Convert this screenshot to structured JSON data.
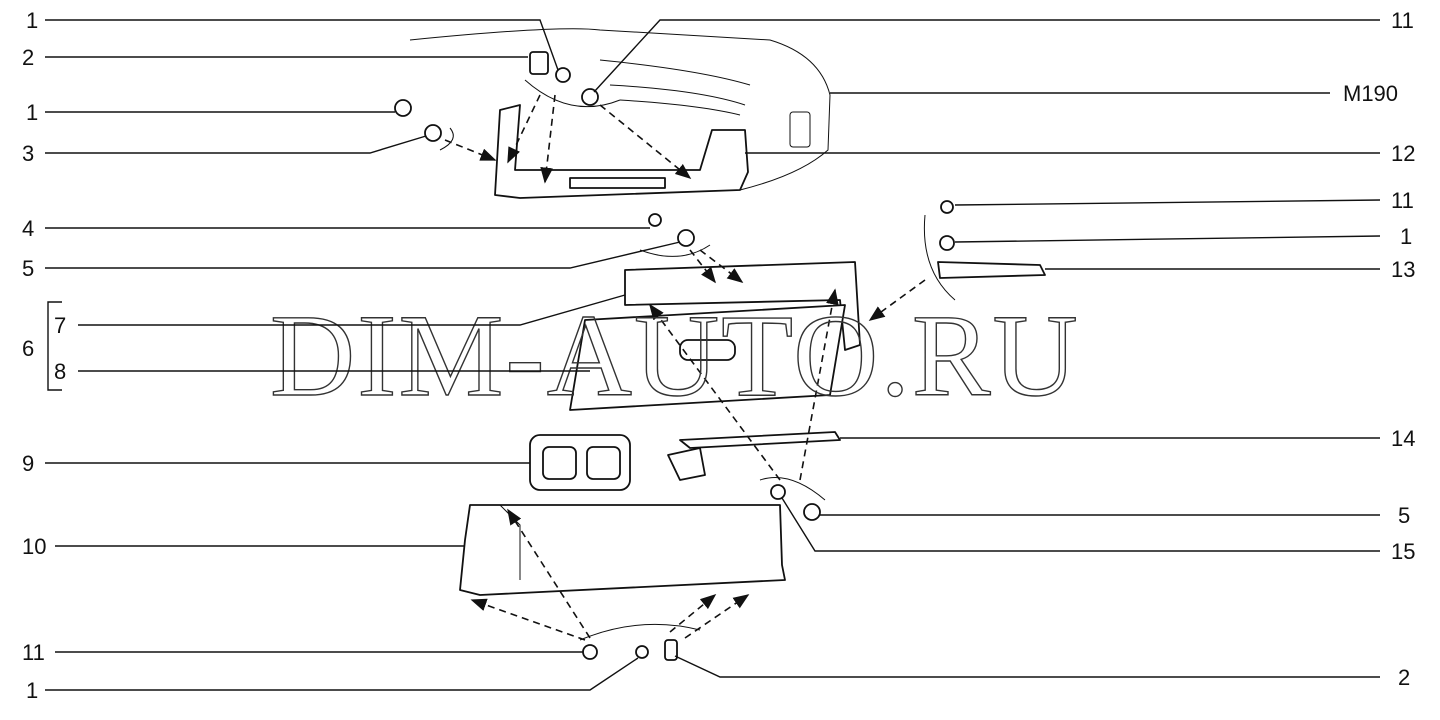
{
  "diagram": {
    "watermark": "DIM-AUTO.RU",
    "left_labels": [
      "1",
      "2",
      "1",
      "3",
      "4",
      "5",
      "7",
      "8",
      "9",
      "10",
      "11",
      "1"
    ],
    "group_label": "6",
    "right_labels": [
      "11",
      "M190",
      "12",
      "11",
      "1",
      "13",
      "14",
      "5",
      "15",
      "2"
    ]
  }
}
